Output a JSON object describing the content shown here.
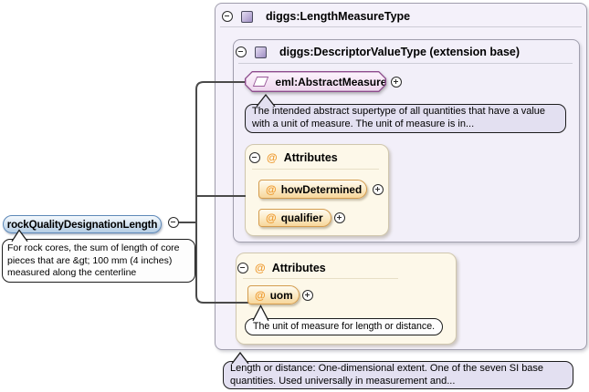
{
  "at_symbol": "@",
  "root_element": {
    "label": "rockQualityDesignationLength",
    "doc": "For rock cores, the sum of length of core pieces that are &gt; 100 mm (4 inches) measured along the centerline"
  },
  "type_box": {
    "label": "diggs:LengthMeasureType",
    "doc": "Length or distance: One-dimensional extent. One of the seven SI base quantities. Used universally in measurement and..."
  },
  "base_type_box": {
    "label": "diggs:DescriptorValueType (extension base)"
  },
  "abstract_element": {
    "label": "eml:AbstractMeasure",
    "doc": "The intended abstract supertype of all quantities that have a value with a unit of measure. The unit of measure is in..."
  },
  "attribute_group_base": {
    "label": "Attributes",
    "attributes": [
      {
        "name": "howDetermined"
      },
      {
        "name": "qualifier"
      }
    ]
  },
  "attribute_group_own": {
    "label": "Attributes",
    "attributes": [
      {
        "name": "uom",
        "doc": "The unit of measure for length or distance."
      }
    ]
  },
  "colors": {
    "element_accent": "#8c4a8c",
    "attribute_accent": "#ee9a2f",
    "root_accent": "#5d88b8",
    "balloon_fill": "#e3e0f1",
    "group_fill": "#fdf8e9",
    "type_fill": "#f4f1fa"
  },
  "icons": {
    "collapse": "minus-circle",
    "expand": "plus-circle",
    "complex_type": "purple-square",
    "element_ref": "parallelogram"
  }
}
